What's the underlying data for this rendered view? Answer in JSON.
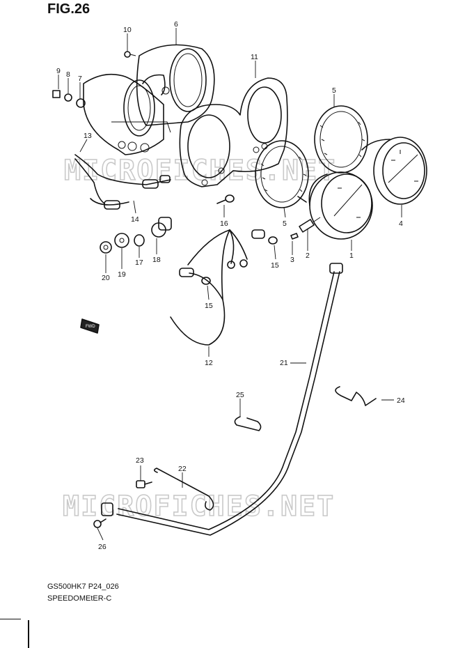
{
  "figure": {
    "title": "FIG.26",
    "footer_code": "GS500HK7 P24_026",
    "footer_name": "SPEEDOMEtER-C"
  },
  "watermark": "MICROFICHES.NET",
  "direction_badge": "FWD",
  "callouts": {
    "c1": "1",
    "c2": "2",
    "c3": "3",
    "c4": "4",
    "c5a": "5",
    "c5b": "5",
    "c6": "6",
    "c7": "7",
    "c8": "8",
    "c9": "9",
    "c10": "10",
    "c11": "11",
    "c12": "12",
    "c13": "13",
    "c14": "14",
    "c15a": "15",
    "c15b": "15",
    "c16": "16",
    "c17": "17",
    "c18": "18",
    "c19": "19",
    "c20": "20",
    "c21": "21",
    "c22": "22",
    "c23": "23",
    "c24": "24",
    "c25": "25",
    "c26": "26"
  }
}
